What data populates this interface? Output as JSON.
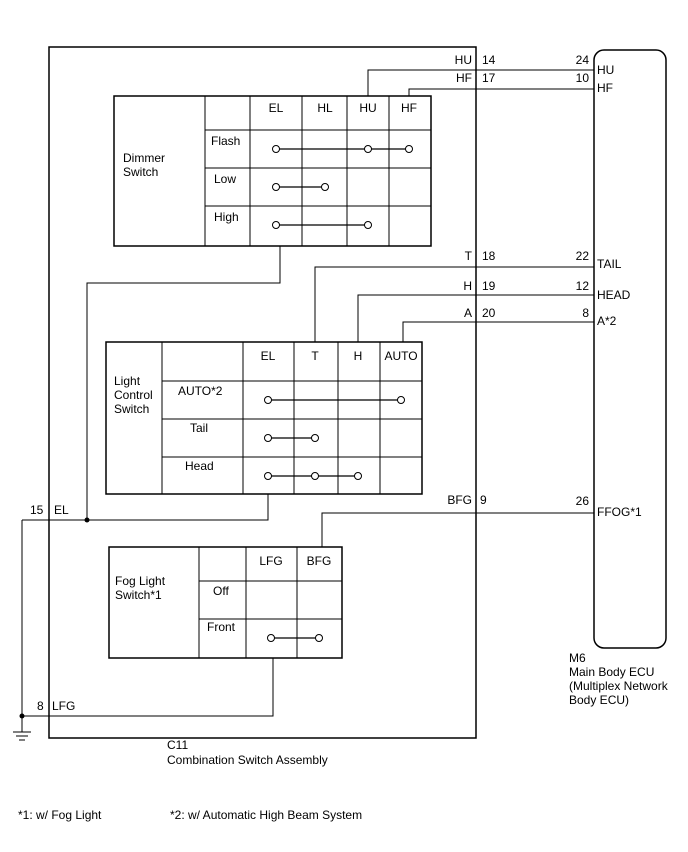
{
  "assembly": {
    "code": "C11",
    "name": "Combination Switch Assembly"
  },
  "ecu": {
    "code": "M6",
    "name_lines": [
      "Main Body ECU",
      "(Multiplex Network",
      "Body ECU)"
    ]
  },
  "dimmer": {
    "title_lines": [
      "Dimmer",
      "Switch"
    ],
    "columns": [
      "EL",
      "HL",
      "HU",
      "HF"
    ],
    "rows": [
      "Flash",
      "Low",
      "High"
    ]
  },
  "light_control": {
    "title_lines": [
      "Light",
      "Control",
      "Switch"
    ],
    "columns": [
      "EL",
      "T",
      "H",
      "AUTO"
    ],
    "rows": [
      "AUTO*2",
      "Tail",
      "Head"
    ]
  },
  "fog": {
    "title_lines": [
      "Fog Light",
      "Switch*1"
    ],
    "columns": [
      "LFG",
      "BFG"
    ],
    "rows": [
      "Off",
      "Front"
    ]
  },
  "connections": [
    {
      "c11_label": "HU",
      "c11_pin": "14",
      "ecu_pin": "24",
      "ecu_label": "HU"
    },
    {
      "c11_label": "HF",
      "c11_pin": "17",
      "ecu_pin": "10",
      "ecu_label": "HF"
    },
    {
      "c11_label": "T",
      "c11_pin": "18",
      "ecu_pin": "22",
      "ecu_label": "TAIL"
    },
    {
      "c11_label": "H",
      "c11_pin": "19",
      "ecu_pin": "12",
      "ecu_label": "HEAD"
    },
    {
      "c11_label": "A",
      "c11_pin": "20",
      "ecu_pin": "8",
      "ecu_label": "A*2"
    },
    {
      "c11_label": "BFG",
      "c11_pin": "9",
      "ecu_pin": "26",
      "ecu_label": "FFOG*1"
    }
  ],
  "ground_pins": [
    {
      "pin": "15",
      "label": "EL"
    },
    {
      "pin": "8",
      "label": "LFG"
    }
  ],
  "footnotes": [
    "*1: w/ Fog Light",
    "*2: w/ Automatic High Beam System"
  ]
}
